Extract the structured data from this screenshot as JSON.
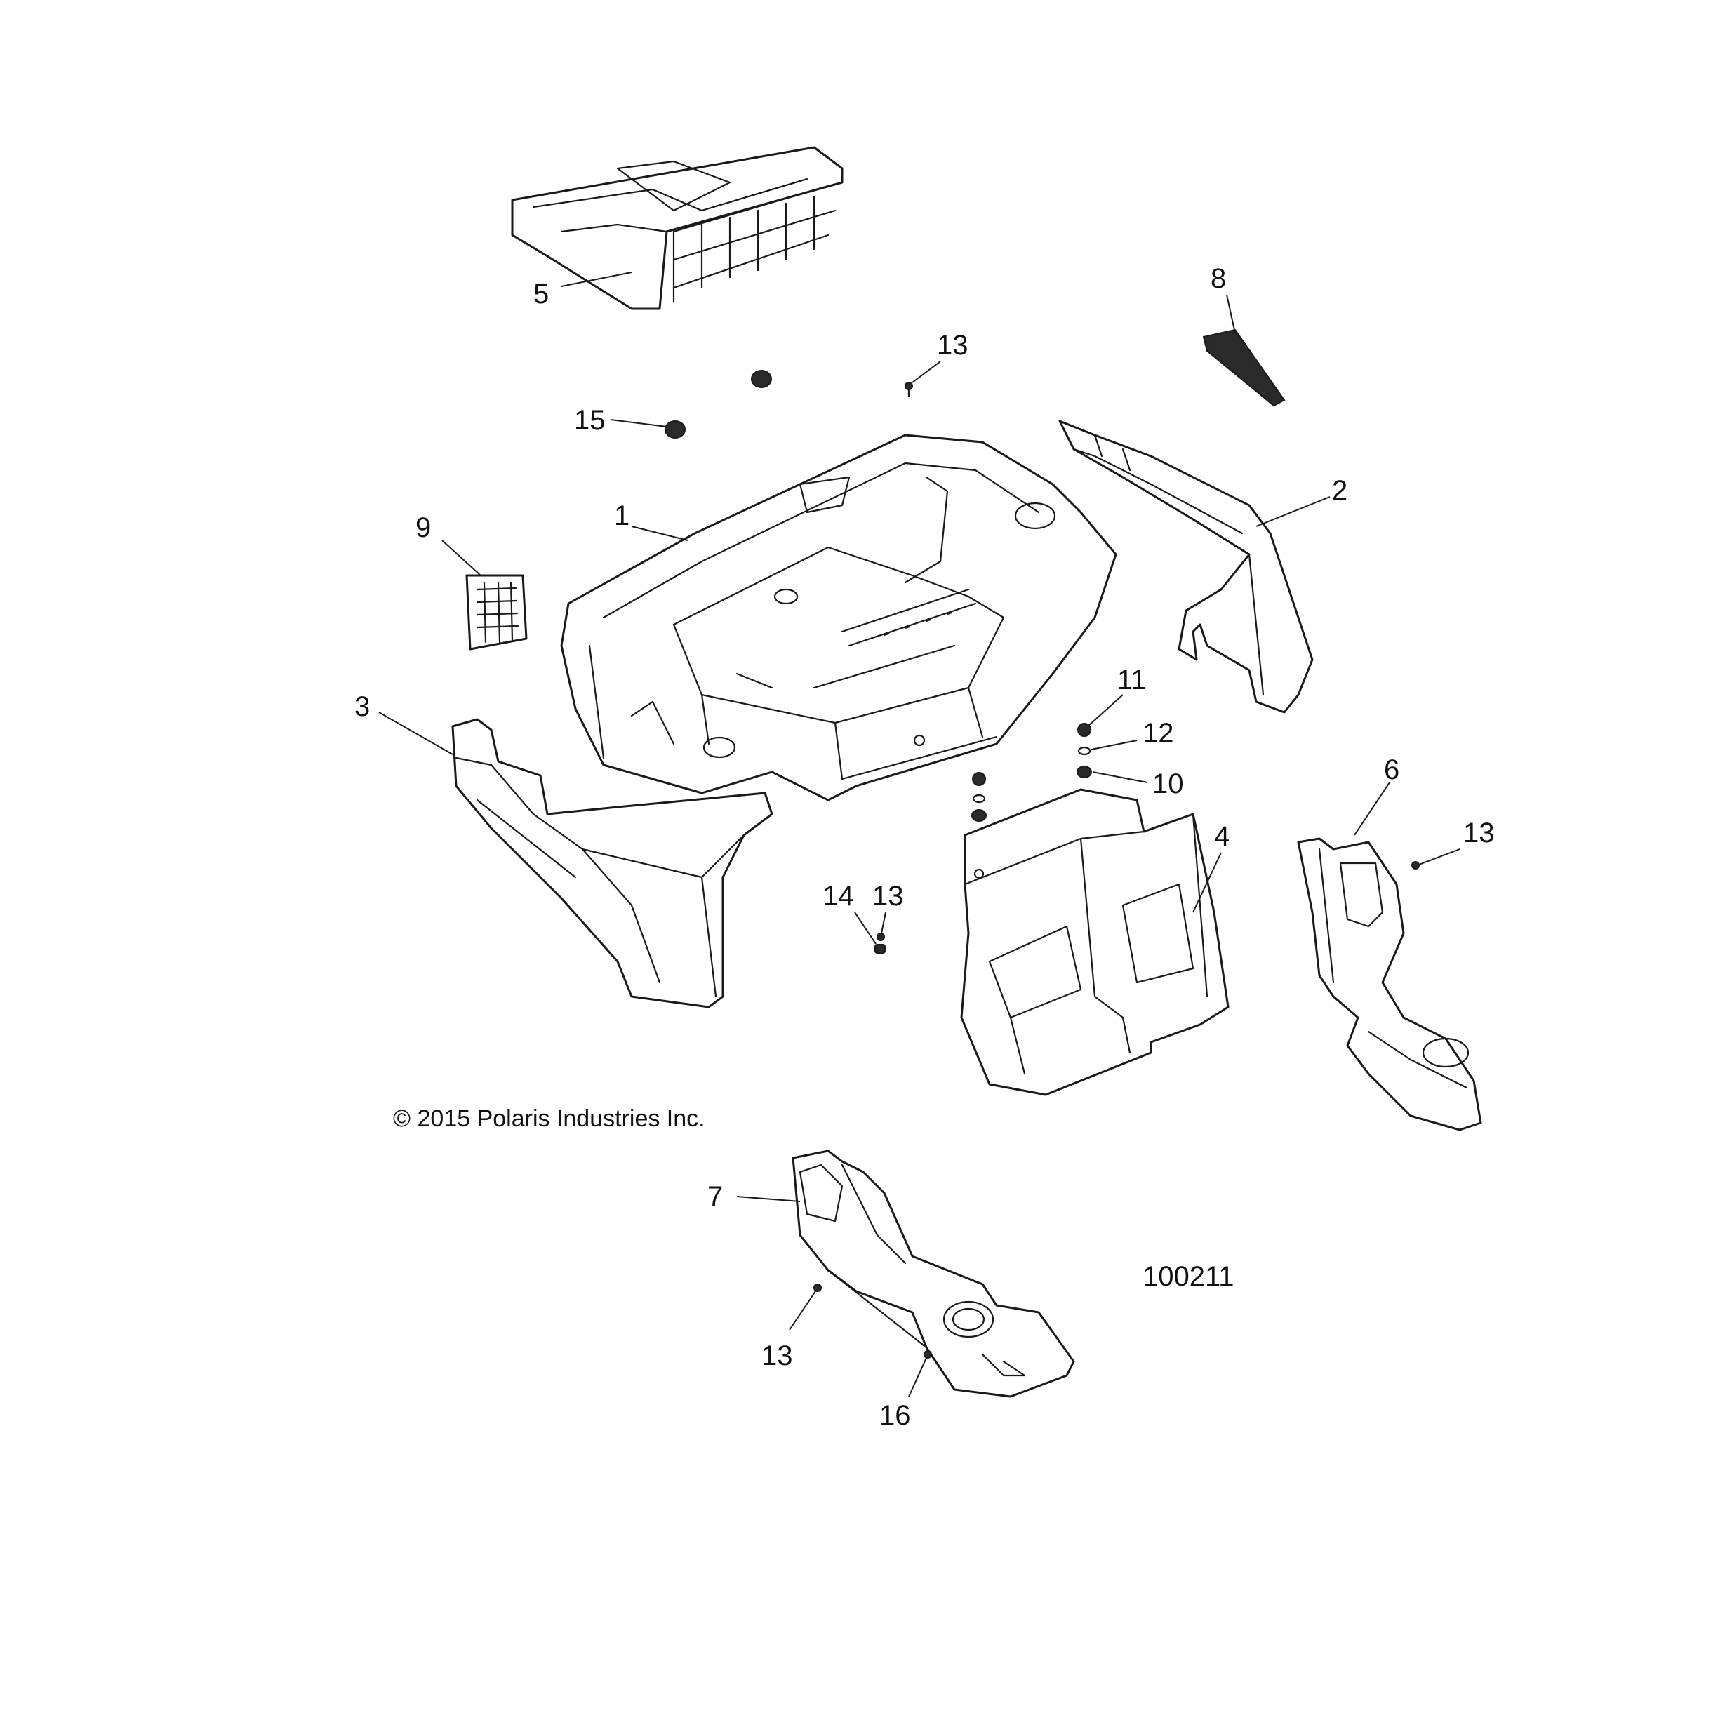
{
  "copyright": "© 2015 Polaris Industries Inc.",
  "diagram_id": "100211",
  "callouts": [
    {
      "id": "c1",
      "label": "1"
    },
    {
      "id": "c2",
      "label": "2"
    },
    {
      "id": "c3",
      "label": "3"
    },
    {
      "id": "c4",
      "label": "4"
    },
    {
      "id": "c5",
      "label": "5"
    },
    {
      "id": "c6",
      "label": "6"
    },
    {
      "id": "c7",
      "label": "7"
    },
    {
      "id": "c8",
      "label": "8"
    },
    {
      "id": "c9",
      "label": "9"
    },
    {
      "id": "c10",
      "label": "10"
    },
    {
      "id": "c11",
      "label": "11"
    },
    {
      "id": "c12",
      "label": "12"
    },
    {
      "id": "c13a",
      "label": "13"
    },
    {
      "id": "c13b",
      "label": "13"
    },
    {
      "id": "c13c",
      "label": "13"
    },
    {
      "id": "c13d",
      "label": "13"
    },
    {
      "id": "c14",
      "label": "14"
    },
    {
      "id": "c15",
      "label": "15"
    },
    {
      "id": "c16",
      "label": "16"
    }
  ]
}
